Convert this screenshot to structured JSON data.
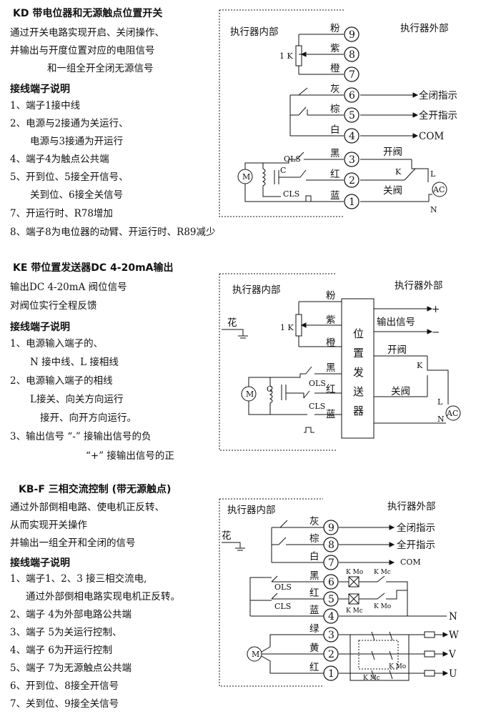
{
  "kd": {
    "title": "KD 带电位器和无源触点位置开关",
    "desc": [
      "通过开关电路实现开启、关闭操作、",
      "并输出与开度位置对应的电阻信号",
      "和一组全开全闭无源信号"
    ],
    "wiring_title": "接线端子说明",
    "notes": [
      "1、端子1接中线",
      "2、电源与2接通为关运行、",
      "电源与3接通为开运行",
      "4、端子4为触点公共端",
      "5、开到位、5接全开信号、",
      "关到位、6接全关信号",
      "7、开运行时、R78增加",
      "8、端子8为电位器的动臂、开运行时、R89减少"
    ],
    "inside": "执行器内部",
    "outside": "执行器外部",
    "pot": "1 K",
    "terminals": [
      {
        "num": "9",
        "color": "粉"
      },
      {
        "num": "8",
        "color": "紫"
      },
      {
        "num": "7",
        "color": "橙"
      },
      {
        "num": "6",
        "color": "灰"
      },
      {
        "num": "5",
        "color": "棕"
      },
      {
        "num": "4",
        "color": "白"
      },
      {
        "num": "3",
        "color": "黑"
      },
      {
        "num": "2",
        "color": "红"
      },
      {
        "num": "1",
        "color": "蓝"
      }
    ],
    "out_close": "全闭指示",
    "out_open": "全开指示",
    "out_com": "COM",
    "ols": "OLS",
    "cls": "CLS",
    "cap": "C",
    "motor": "M",
    "open_valve": "开阀",
    "close_valve": "关阀",
    "k": "K",
    "l": "L",
    "n": "N",
    "ac": "AC"
  },
  "ke": {
    "title": "KE  带位置发送器DC 4-20mA输出",
    "desc": [
      "输出DC 4-20mA 阀位信号",
      "对阀位实行全程反馈"
    ],
    "wiring_title": "接线端子说明",
    "notes": [
      "1、电源输入端子的、",
      "N  接中线、L 接相线",
      "2、电源输入端子的相线",
      "L接关、向关方向运行",
      "接开、向开方向运行。",
      "3、输出信号 “-” 接输出信号的负",
      "“+” 接输出信号的正"
    ],
    "inside": "执行器内部",
    "outside": "执行器外部",
    "hua": "花",
    "pot": "1 K",
    "wires": [
      "粉",
      "紫",
      "橙",
      "黑",
      "红",
      "蓝"
    ],
    "box": [
      "位",
      "置",
      "发",
      "送",
      "器"
    ],
    "out_signal": "输出信号",
    "plus": "+",
    "minus": "−",
    "open_valve": "开阀",
    "close_valve": "关阀",
    "k": "K",
    "l": "L",
    "n": "N",
    "ac": "AC",
    "ols": "OLS",
    "cls": "CLS",
    "cap": "C",
    "motor": "M"
  },
  "kbf": {
    "title": "KB-F 三相交流控制 (带无源触点)",
    "desc": [
      "通过外部倒相电路、使电机正反转、",
      "从而实现开关操作",
      "并输出一组全开和全闭的信号"
    ],
    "wiring_title": "接线端子说明",
    "notes": [
      "1、端子1、2、3 接三相交流电,",
      "通过外部倒相电路实现电机正反转。",
      "2、端子 4为外部电路公共端",
      "3、端子 5为关运行控制、",
      "4、端子 6为开运行控制",
      "5、端子 7为无源触点公共端",
      "6、开到位、8接全开信号",
      "7、关到位、9接全关信号"
    ],
    "inside": "执行器内部",
    "outside": "执行器外部",
    "hua": "花",
    "terminals": [
      {
        "num": "9",
        "color": "灰"
      },
      {
        "num": "8",
        "color": "棕"
      },
      {
        "num": "7",
        "color": "白"
      },
      {
        "num": "6",
        "color": "黑"
      },
      {
        "num": "5",
        "color": "红"
      },
      {
        "num": "4",
        "color": "蓝"
      },
      {
        "num": "3",
        "color": "绿"
      },
      {
        "num": "2",
        "color": "黄"
      },
      {
        "num": "1",
        "color": "红"
      }
    ],
    "out_close": "全闭指示",
    "out_open": "全开指示",
    "out_com": "COM",
    "ols": "OLS",
    "cls": "CLS",
    "kmo": "K Mo",
    "kmc": "K Mc",
    "n": "N",
    "w": "W",
    "v": "V",
    "u": "U",
    "motor": "M"
  }
}
